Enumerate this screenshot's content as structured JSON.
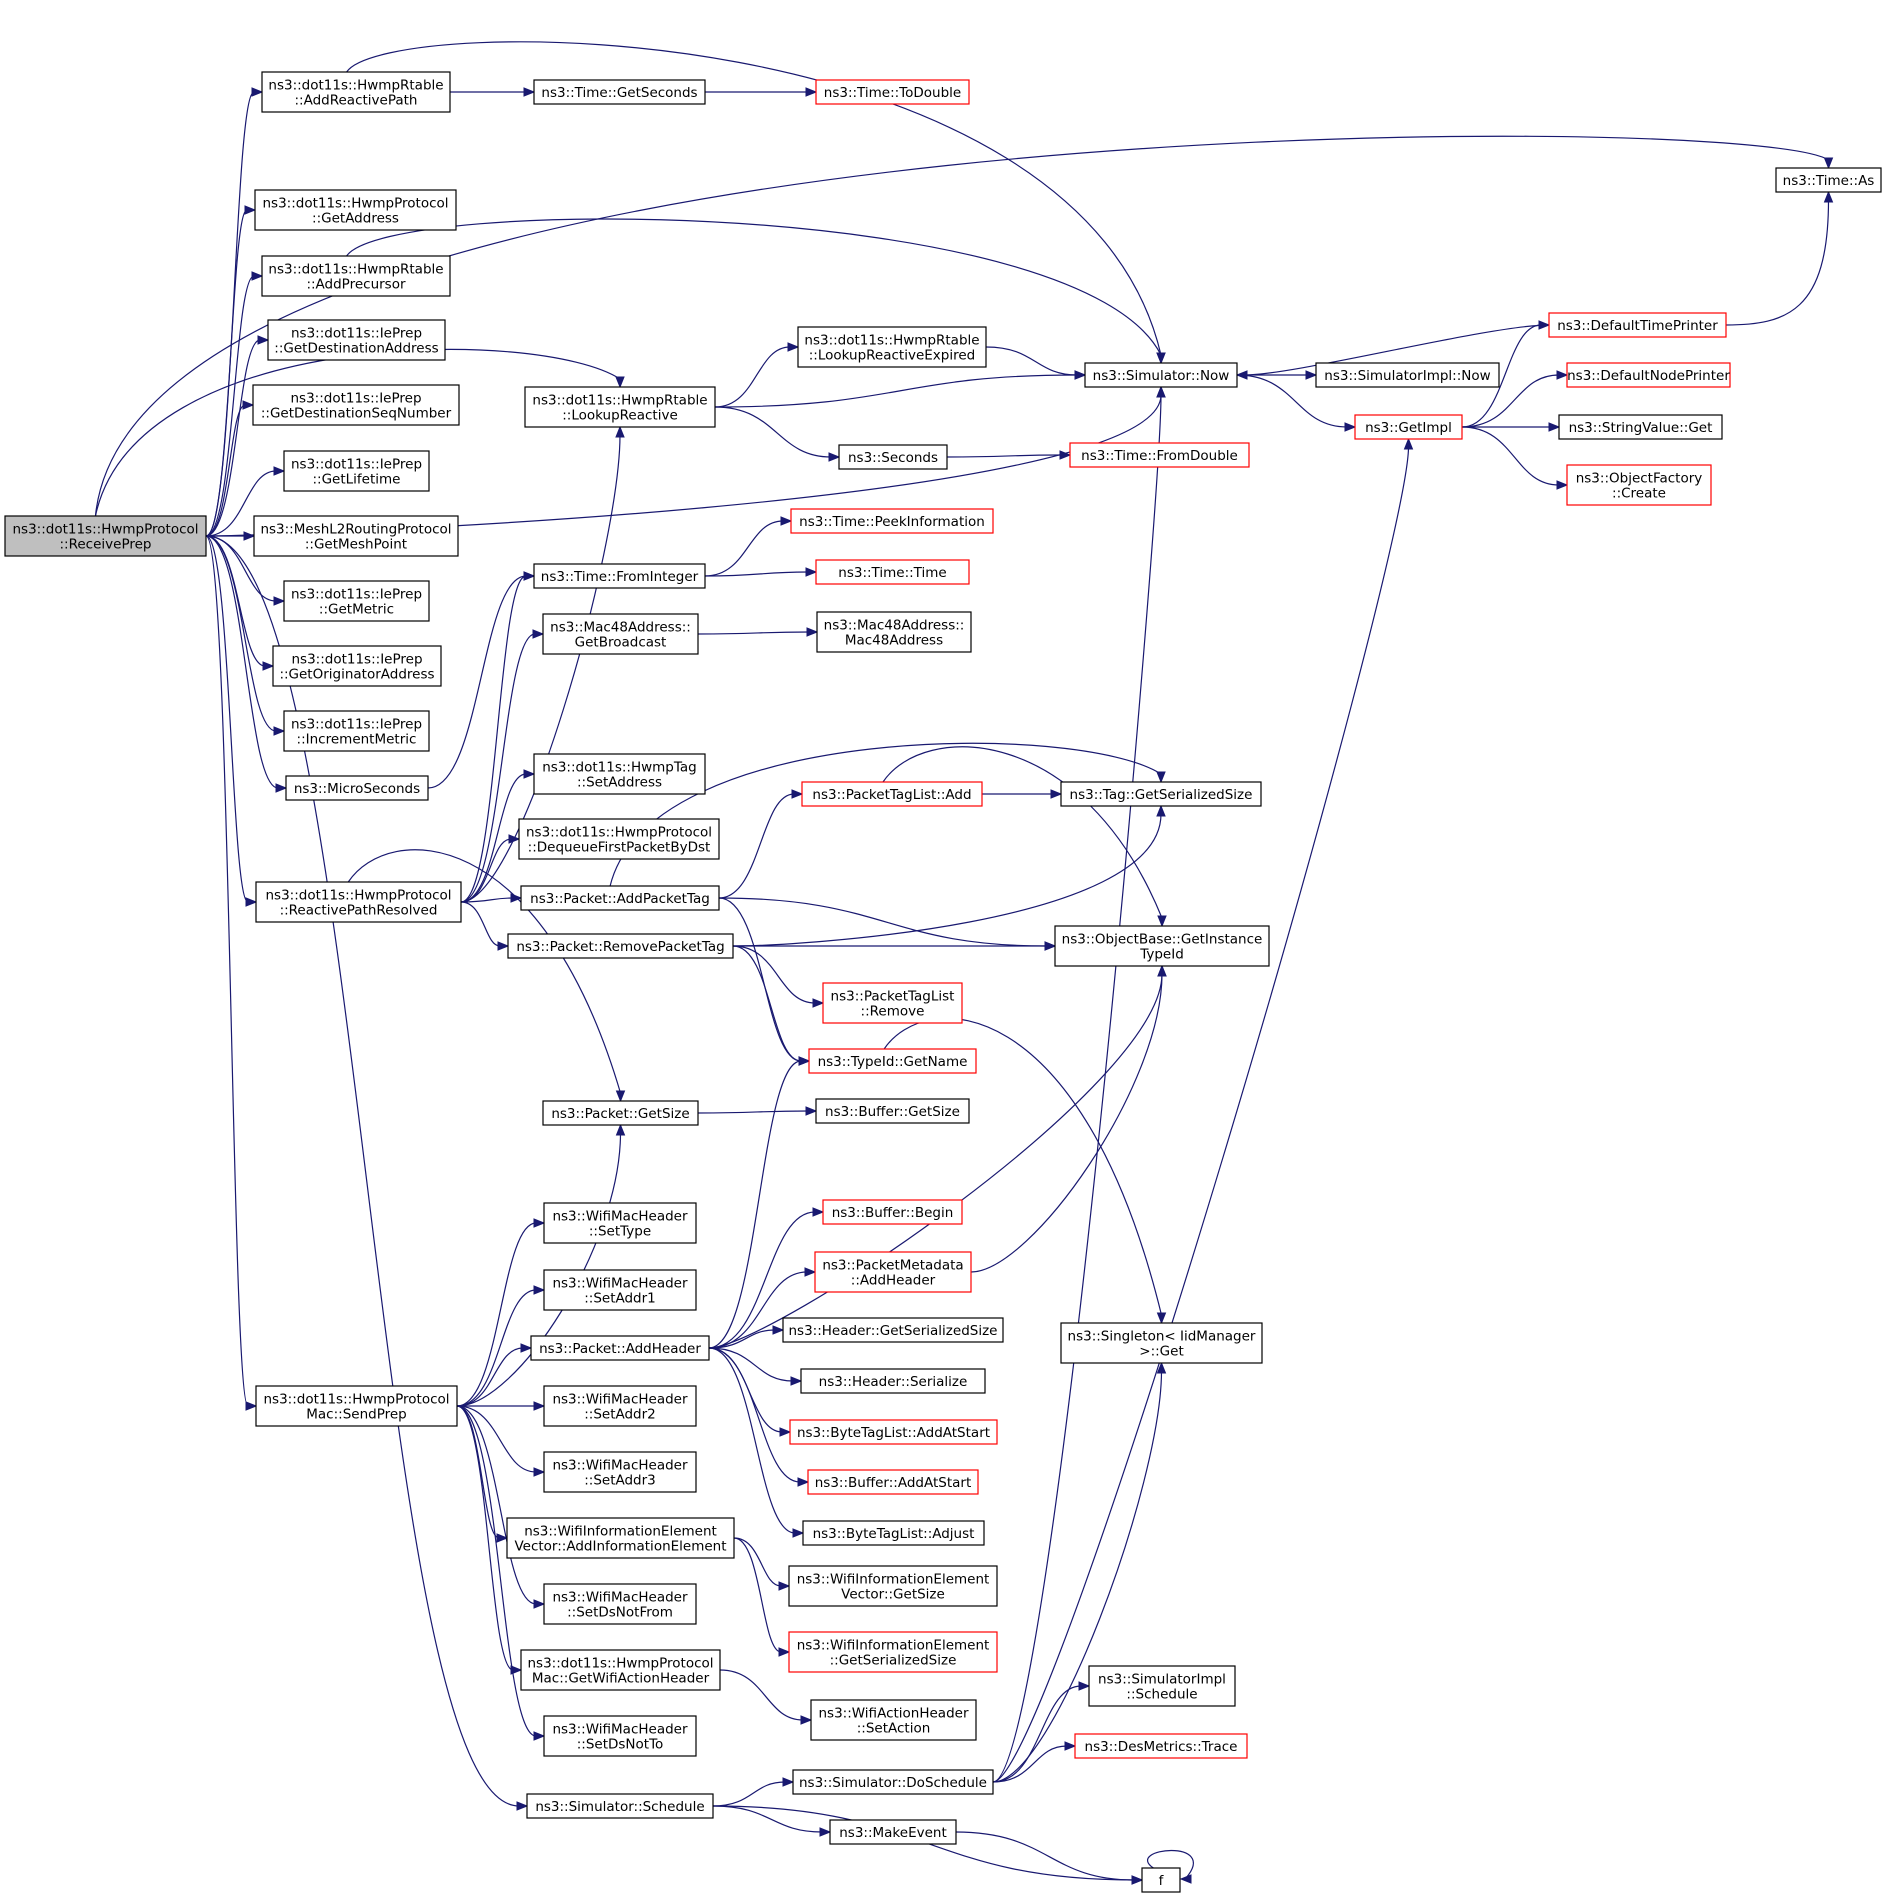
{
  "nodes": [
    {
      "id": "root",
      "lines": [
        "ns3::dot11s::HwmpProtocol",
        "::ReceivePrep"
      ],
      "root": true
    },
    {
      "id": "addReactivePath",
      "lines": [
        "ns3::dot11s::HwmpRtable",
        "::AddReactivePath"
      ]
    },
    {
      "id": "getAddress",
      "lines": [
        "ns3::dot11s::HwmpProtocol",
        "::GetAddress"
      ]
    },
    {
      "id": "addPrecursor",
      "lines": [
        "ns3::dot11s::HwmpRtable",
        "::AddPrecursor"
      ]
    },
    {
      "id": "getDestAddr",
      "lines": [
        "ns3::dot11s::IePrep",
        "::GetDestinationAddress"
      ]
    },
    {
      "id": "getDestSeq",
      "lines": [
        "ns3::dot11s::IePrep",
        "::GetDestinationSeqNumber"
      ]
    },
    {
      "id": "getLifetime",
      "lines": [
        "ns3::dot11s::IePrep",
        "::GetLifetime"
      ]
    },
    {
      "id": "getMeshPoint",
      "lines": [
        "ns3::MeshL2RoutingProtocol",
        "::GetMeshPoint"
      ]
    },
    {
      "id": "getMetric",
      "lines": [
        "ns3::dot11s::IePrep",
        "::GetMetric"
      ]
    },
    {
      "id": "getOrigAddr",
      "lines": [
        "ns3::dot11s::IePrep",
        "::GetOriginatorAddress"
      ]
    },
    {
      "id": "incMetric",
      "lines": [
        "ns3::dot11s::IePrep",
        "::IncrementMetric"
      ]
    },
    {
      "id": "microSeconds",
      "lines": [
        "ns3::MicroSeconds"
      ]
    },
    {
      "id": "reactivePathResolved",
      "lines": [
        "ns3::dot11s::HwmpProtocol",
        "::ReactivePathResolved"
      ]
    },
    {
      "id": "sendPrep",
      "lines": [
        "ns3::dot11s::HwmpProtocol",
        "Mac::SendPrep"
      ]
    },
    {
      "id": "simSchedule",
      "lines": [
        "ns3::Simulator::Schedule"
      ]
    },
    {
      "id": "timeGetSeconds",
      "lines": [
        "ns3::Time::GetSeconds"
      ]
    },
    {
      "id": "timeToDouble",
      "lines": [
        "ns3::Time::ToDouble"
      ],
      "red": true
    },
    {
      "id": "lookupReactive",
      "lines": [
        "ns3::dot11s::HwmpRtable",
        "::LookupReactive"
      ]
    },
    {
      "id": "lookupReactiveExpired",
      "lines": [
        "ns3::dot11s::HwmpRtable",
        "::LookupReactiveExpired"
      ]
    },
    {
      "id": "seconds",
      "lines": [
        "ns3::Seconds"
      ]
    },
    {
      "id": "timeFromInteger",
      "lines": [
        "ns3::Time::FromInteger"
      ]
    },
    {
      "id": "mac48GetBroadcast",
      "lines": [
        "ns3::Mac48Address::",
        "GetBroadcast"
      ]
    },
    {
      "id": "hwmpTagSetAddress",
      "lines": [
        "ns3::dot11s::HwmpTag",
        "::SetAddress"
      ]
    },
    {
      "id": "dequeueFirst",
      "lines": [
        "ns3::dot11s::HwmpProtocol",
        "::DequeueFirstPacketByDst"
      ]
    },
    {
      "id": "packetAddPacketTag",
      "lines": [
        "ns3::Packet::AddPacketTag"
      ]
    },
    {
      "id": "packetRemovePacketTag",
      "lines": [
        "ns3::Packet::RemovePacketTag"
      ]
    },
    {
      "id": "packetGetSize",
      "lines": [
        "ns3::Packet::GetSize"
      ]
    },
    {
      "id": "wifiSetType",
      "lines": [
        "ns3::WifiMacHeader",
        "::SetType"
      ]
    },
    {
      "id": "wifiSetAddr1",
      "lines": [
        "ns3::WifiMacHeader",
        "::SetAddr1"
      ]
    },
    {
      "id": "packetAddHeader",
      "lines": [
        "ns3::Packet::AddHeader"
      ]
    },
    {
      "id": "wifiSetAddr2",
      "lines": [
        "ns3::WifiMacHeader",
        "::SetAddr2"
      ]
    },
    {
      "id": "wifiSetAddr3",
      "lines": [
        "ns3::WifiMacHeader",
        "::SetAddr3"
      ]
    },
    {
      "id": "wieAddIE",
      "lines": [
        "ns3::WifiInformationElement",
        "Vector::AddInformationElement"
      ]
    },
    {
      "id": "wifiSetDsNotFrom",
      "lines": [
        "ns3::WifiMacHeader",
        "::SetDsNotFrom"
      ]
    },
    {
      "id": "getWifiActionHeader",
      "lines": [
        "ns3::dot11s::HwmpProtocol",
        "Mac::GetWifiActionHeader"
      ]
    },
    {
      "id": "wifiSetDsNotTo",
      "lines": [
        "ns3::WifiMacHeader",
        "::SetDsNotTo"
      ]
    },
    {
      "id": "simNow",
      "lines": [
        "ns3::Simulator::Now"
      ]
    },
    {
      "id": "timeFromDouble",
      "lines": [
        "ns3::Time::FromDouble"
      ],
      "red": true
    },
    {
      "id": "timePeekInfo",
      "lines": [
        "ns3::Time::PeekInformation"
      ],
      "red": true
    },
    {
      "id": "timeTime",
      "lines": [
        "ns3::Time::Time"
      ],
      "red": true
    },
    {
      "id": "mac48Ctor",
      "lines": [
        "ns3::Mac48Address::",
        "Mac48Address"
      ]
    },
    {
      "id": "packetTagListAdd",
      "lines": [
        "ns3::PacketTagList::Add"
      ],
      "red": true
    },
    {
      "id": "packetTagListRemove",
      "lines": [
        "ns3::PacketTagList",
        "::Remove"
      ],
      "red": true
    },
    {
      "id": "typeIdGetName",
      "lines": [
        "ns3::TypeId::GetName"
      ],
      "red": true
    },
    {
      "id": "bufferGetSize",
      "lines": [
        "ns3::Buffer::GetSize"
      ]
    },
    {
      "id": "bufferBegin",
      "lines": [
        "ns3::Buffer::Begin"
      ],
      "red": true
    },
    {
      "id": "packetMetadataAddHeader",
      "lines": [
        "ns3::PacketMetadata",
        "::AddHeader"
      ],
      "red": true
    },
    {
      "id": "headerGetSerializedSize",
      "lines": [
        "ns3::Header::GetSerializedSize"
      ]
    },
    {
      "id": "headerSerialize",
      "lines": [
        "ns3::Header::Serialize"
      ]
    },
    {
      "id": "byteTagListAddAtStart",
      "lines": [
        "ns3::ByteTagList::AddAtStart"
      ],
      "red": true
    },
    {
      "id": "bufferAddAtStart",
      "lines": [
        "ns3::Buffer::AddAtStart"
      ],
      "red": true
    },
    {
      "id": "byteTagListAdjust",
      "lines": [
        "ns3::ByteTagList::Adjust"
      ]
    },
    {
      "id": "wieGetSize",
      "lines": [
        "ns3::WifiInformationElement",
        "Vector::GetSize"
      ]
    },
    {
      "id": "wieGetSerializedSize",
      "lines": [
        "ns3::WifiInformationElement",
        "::GetSerializedSize"
      ],
      "red": true
    },
    {
      "id": "wifiActionSetAction",
      "lines": [
        "ns3::WifiActionHeader",
        "::SetAction"
      ]
    },
    {
      "id": "simDoSchedule",
      "lines": [
        "ns3::Simulator::DoSchedule"
      ]
    },
    {
      "id": "makeEvent",
      "lines": [
        "ns3::MakeEvent"
      ]
    },
    {
      "id": "f",
      "lines": [
        "f"
      ]
    },
    {
      "id": "simImplNow",
      "lines": [
        "ns3::SimulatorImpl::Now"
      ]
    },
    {
      "id": "tagGetSerializedSize",
      "lines": [
        "ns3::Tag::GetSerializedSize"
      ]
    },
    {
      "id": "objectBaseGetInstanceTypeId",
      "lines": [
        "ns3::ObjectBase::GetInstance",
        "TypeId"
      ]
    },
    {
      "id": "singletonGet",
      "lines": [
        "ns3::Singleton< IidManager",
        " >::Get"
      ]
    },
    {
      "id": "simImplSchedule",
      "lines": [
        "ns3::SimulatorImpl",
        "::Schedule"
      ]
    },
    {
      "id": "desMetricsTrace",
      "lines": [
        "ns3::DesMetrics::Trace"
      ],
      "red": true
    },
    {
      "id": "getImpl",
      "lines": [
        "ns3::GetImpl"
      ],
      "red": true
    },
    {
      "id": "defaultTimePrinter",
      "lines": [
        "ns3::DefaultTimePrinter"
      ],
      "red": true
    },
    {
      "id": "defaultNodePrinter",
      "lines": [
        "ns3::DefaultNodePrinter"
      ],
      "red": true
    },
    {
      "id": "stringValueGet",
      "lines": [
        "ns3::StringValue::Get"
      ]
    },
    {
      "id": "objectFactoryCreate",
      "lines": [
        "ns3::ObjectFactory",
        "::Create"
      ],
      "red": true
    },
    {
      "id": "timeAs",
      "lines": [
        "ns3::Time::As"
      ]
    }
  ]
}
